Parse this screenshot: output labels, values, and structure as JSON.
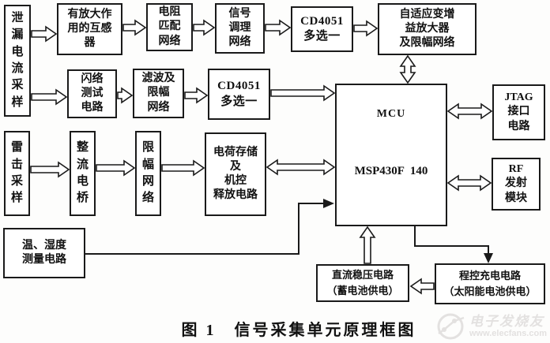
{
  "diagram": {
    "caption": "图 1　信号采集单元原理框图",
    "boxes": {
      "leakage_sampling": "泄\n漏\n电\n流\n采\n样",
      "amp_transformer": "有放大作\n用的互感\n器",
      "resistor_matching": "电阻\n匹配\n网络",
      "signal_conditioning": "信号\n调理\n网络",
      "cd4051_top": "CD4051\n多选一",
      "adaptive_gain": "自适应变增\n益放大器\n及限幅网络",
      "flashover_test": "闪络\n测试\n电路",
      "filter_limiter": "滤波及\n限幅\n网络",
      "cd4051_bottom": "CD4051\n多选一",
      "mcu_title": "MCU",
      "mcu_part": "MSP430F  140",
      "jtag_interface": "JTAG\n接口\n电路",
      "rf_module": "RF\n发射\n模块",
      "lightning_sampling": "雷\n击\n采\n样",
      "rectifier_bridge": "整\n流\n电\n桥",
      "limiter_network": "限\n幅\n网\n络",
      "charge_storage": "电荷存储\n及\n机控\n释放电路",
      "temp_humidity": "温、湿度\n测量电路",
      "dc_regulator": "直流稳压电路\n（蓄电池供电）",
      "programmed_charging": "程控充电电路\n（太阳能电池供电）"
    },
    "watermark": {
      "brand": "电子发烧友",
      "url": "www.elecfans.com"
    }
  }
}
